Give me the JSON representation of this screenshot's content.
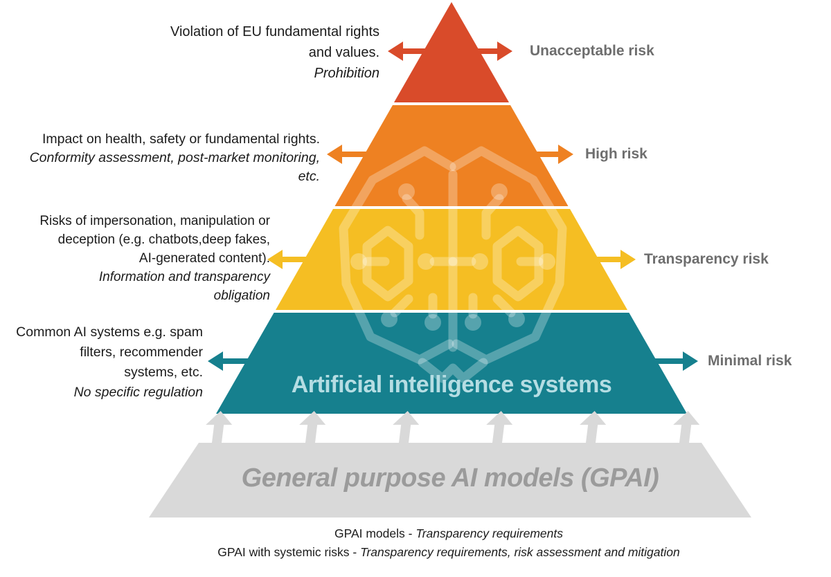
{
  "levels": [
    {
      "id": "unacceptable",
      "color": "#d94b2a",
      "label": "Unacceptable risk",
      "description_lines": [
        "Violation of EU fundamental rights",
        "and values."
      ],
      "obligation_lines": [
        "Prohibition"
      ]
    },
    {
      "id": "high",
      "color": "#ee8122",
      "label": "High risk",
      "description_lines": [
        "Impact on health, safety or fundamental rights."
      ],
      "obligation_lines": [
        "Conformity assessment, post-market monitoring,",
        "etc."
      ]
    },
    {
      "id": "transparency",
      "color": "#f5be23",
      "label": "Transparency risk",
      "description_lines": [
        "Risks of impersonation, manipulation or",
        "deception (e.g. chatbots,deep fakes,",
        "AI-generated content)."
      ],
      "obligation_lines": [
        "Information and transparency",
        "obligation"
      ]
    },
    {
      "id": "minimal",
      "color": "#16808e",
      "label": "Minimal risk",
      "description_lines": [
        "Common AI systems e.g. spam",
        "filters, recommender",
        "systems, etc."
      ],
      "obligation_lines": [
        "No specific regulation"
      ]
    }
  ],
  "pyramid_caption": "Artificial intelligence systems",
  "gpai": {
    "color": "#d9d9d9",
    "label": "General purpose AI models (GPAI)",
    "text_color": "#9b9b9b"
  },
  "footer": {
    "line1_prefix": "GPAI models - ",
    "line1_italic": "Transparency requirements",
    "line2_prefix": "GPAI with systemic risks - ",
    "line2_italic": "Transparency requirements, risk assessment and mitigation"
  },
  "colors": {
    "risk_label_gray": "#6e6e6e",
    "body_text": "#1b1b1b",
    "ai_caption_text": "#b5dde3",
    "background": "#ffffff"
  }
}
